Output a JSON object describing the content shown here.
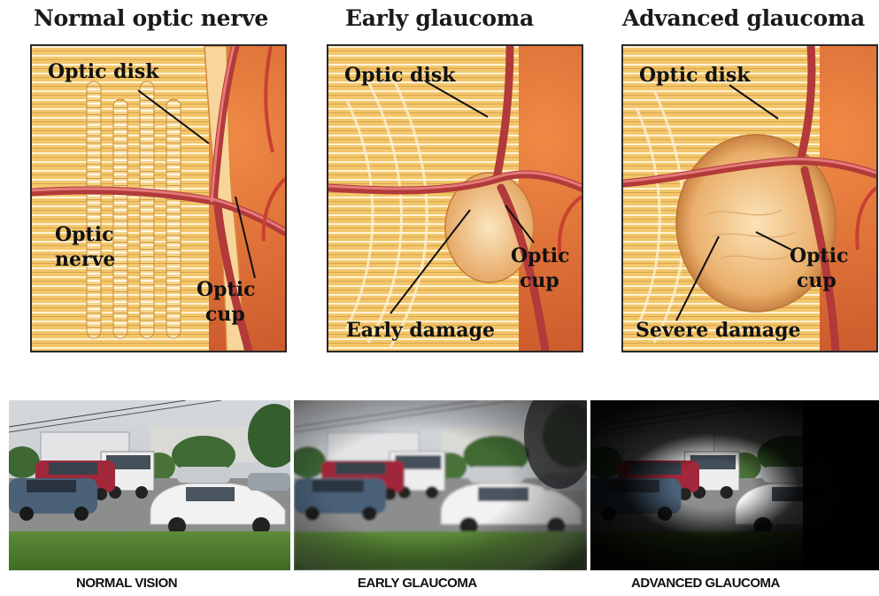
{
  "panels": [
    {
      "title": "Normal optic nerve",
      "labels": {
        "disk": "Optic disk",
        "nerve_1": "Optic",
        "nerve_2": "nerve",
        "cup_1": "Optic",
        "cup_2": "cup"
      }
    },
    {
      "title": "Early glaucoma",
      "labels": {
        "disk": "Optic disk",
        "cup_1": "Optic",
        "cup_2": "cup",
        "damage": "Early damage"
      }
    },
    {
      "title": "Advanced glaucoma",
      "labels": {
        "disk": "Optic disk",
        "cup_1": "Optic",
        "cup_2": "cup",
        "damage": "Severe damage"
      }
    }
  ],
  "captions": [
    "NORMAL VISION",
    "EARLY GLAUCOMA",
    "ADVANCED GLAUCOMA"
  ],
  "colors": {
    "fiber": "#f3c66b",
    "fiber_stripe": "#ffffff",
    "retina": "#d9652e",
    "vessel": "#b23a3a",
    "cup": "#f0bf7a",
    "border": "#2a2a2a"
  }
}
